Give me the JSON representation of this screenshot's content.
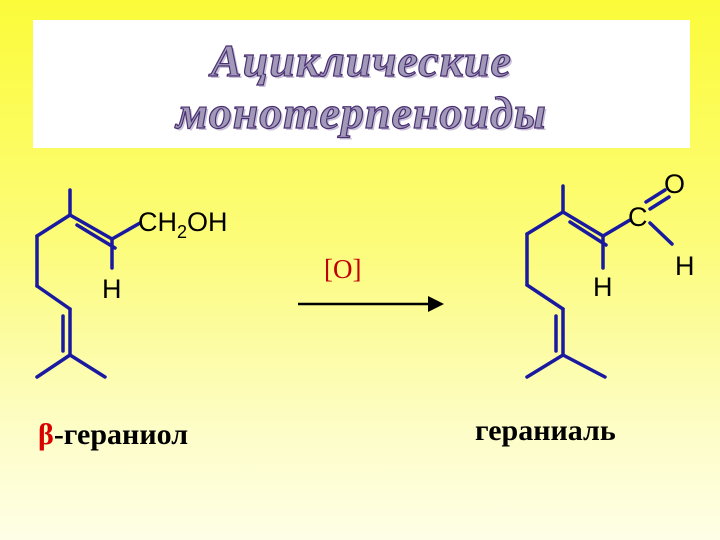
{
  "title": {
    "line1": "Ациклические",
    "line2": "монотерпеноиды"
  },
  "reactant": {
    "group_label_ch2": "CH",
    "group_label_sub": "2",
    "group_label_oh": "OH",
    "h_label": "H",
    "name_prefix": "β",
    "name_rest": "-гераниол"
  },
  "reagent": "[O]",
  "product": {
    "o_label": "O",
    "c_label": "C",
    "h_label_alpha": "H",
    "h_label_aldehyde": "H",
    "name": "гераниаль"
  },
  "colors": {
    "bond": "#1a1aa0",
    "reagent": "#c00000",
    "text": "#000000",
    "beta": "#d90000"
  }
}
